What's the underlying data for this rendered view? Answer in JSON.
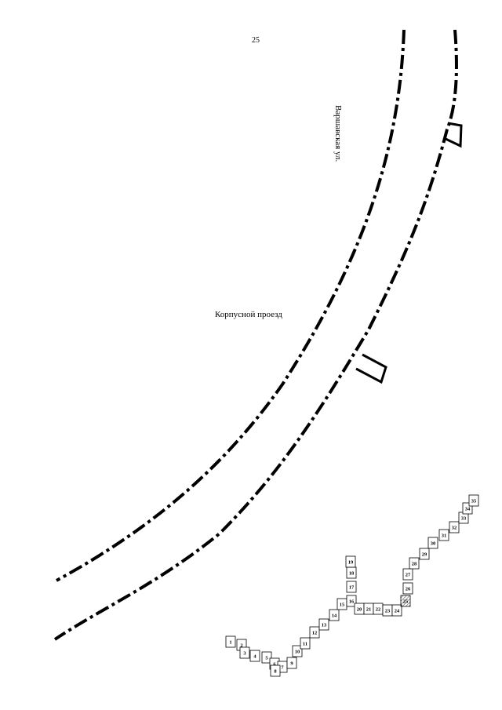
{
  "page_number": "25",
  "streets": {
    "varshavskaya": "Варшавская ул.",
    "korpusnoy": "Корпусной проезд"
  },
  "plots": [
    "1",
    "2",
    "3",
    "4",
    "5",
    "6",
    "7",
    "8",
    "9",
    "10",
    "11",
    "12",
    "13",
    "14",
    "15",
    "16",
    "17",
    "18",
    "19",
    "20",
    "21",
    "22",
    "23",
    "24",
    "25",
    "26",
    "27",
    "28",
    "29",
    "30",
    "31",
    "32",
    "33",
    "34",
    "35"
  ],
  "hatched_plot": "25"
}
